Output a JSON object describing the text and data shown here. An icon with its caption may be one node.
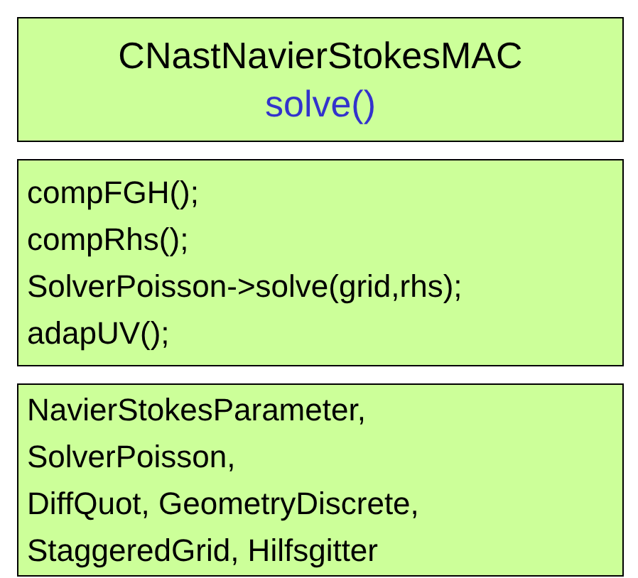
{
  "diagram": {
    "nodes": [
      {
        "text": [
          "CNastNavierStokesMAC",
          "solve()"
        ]
      },
      {
        "text": [
          "compFGH();",
          "compRhs();",
          "SolverPoisson->solve(grid,rhs);",
          "adapUV();"
        ]
      },
      {
        "text": [
          "NavierStokesParameter,",
          "SolverPoisson,",
          "DiffQuot, GeometryDiscrete,",
          "StaggeredGrid, Hilfsgitter"
        ]
      }
    ]
  }
}
